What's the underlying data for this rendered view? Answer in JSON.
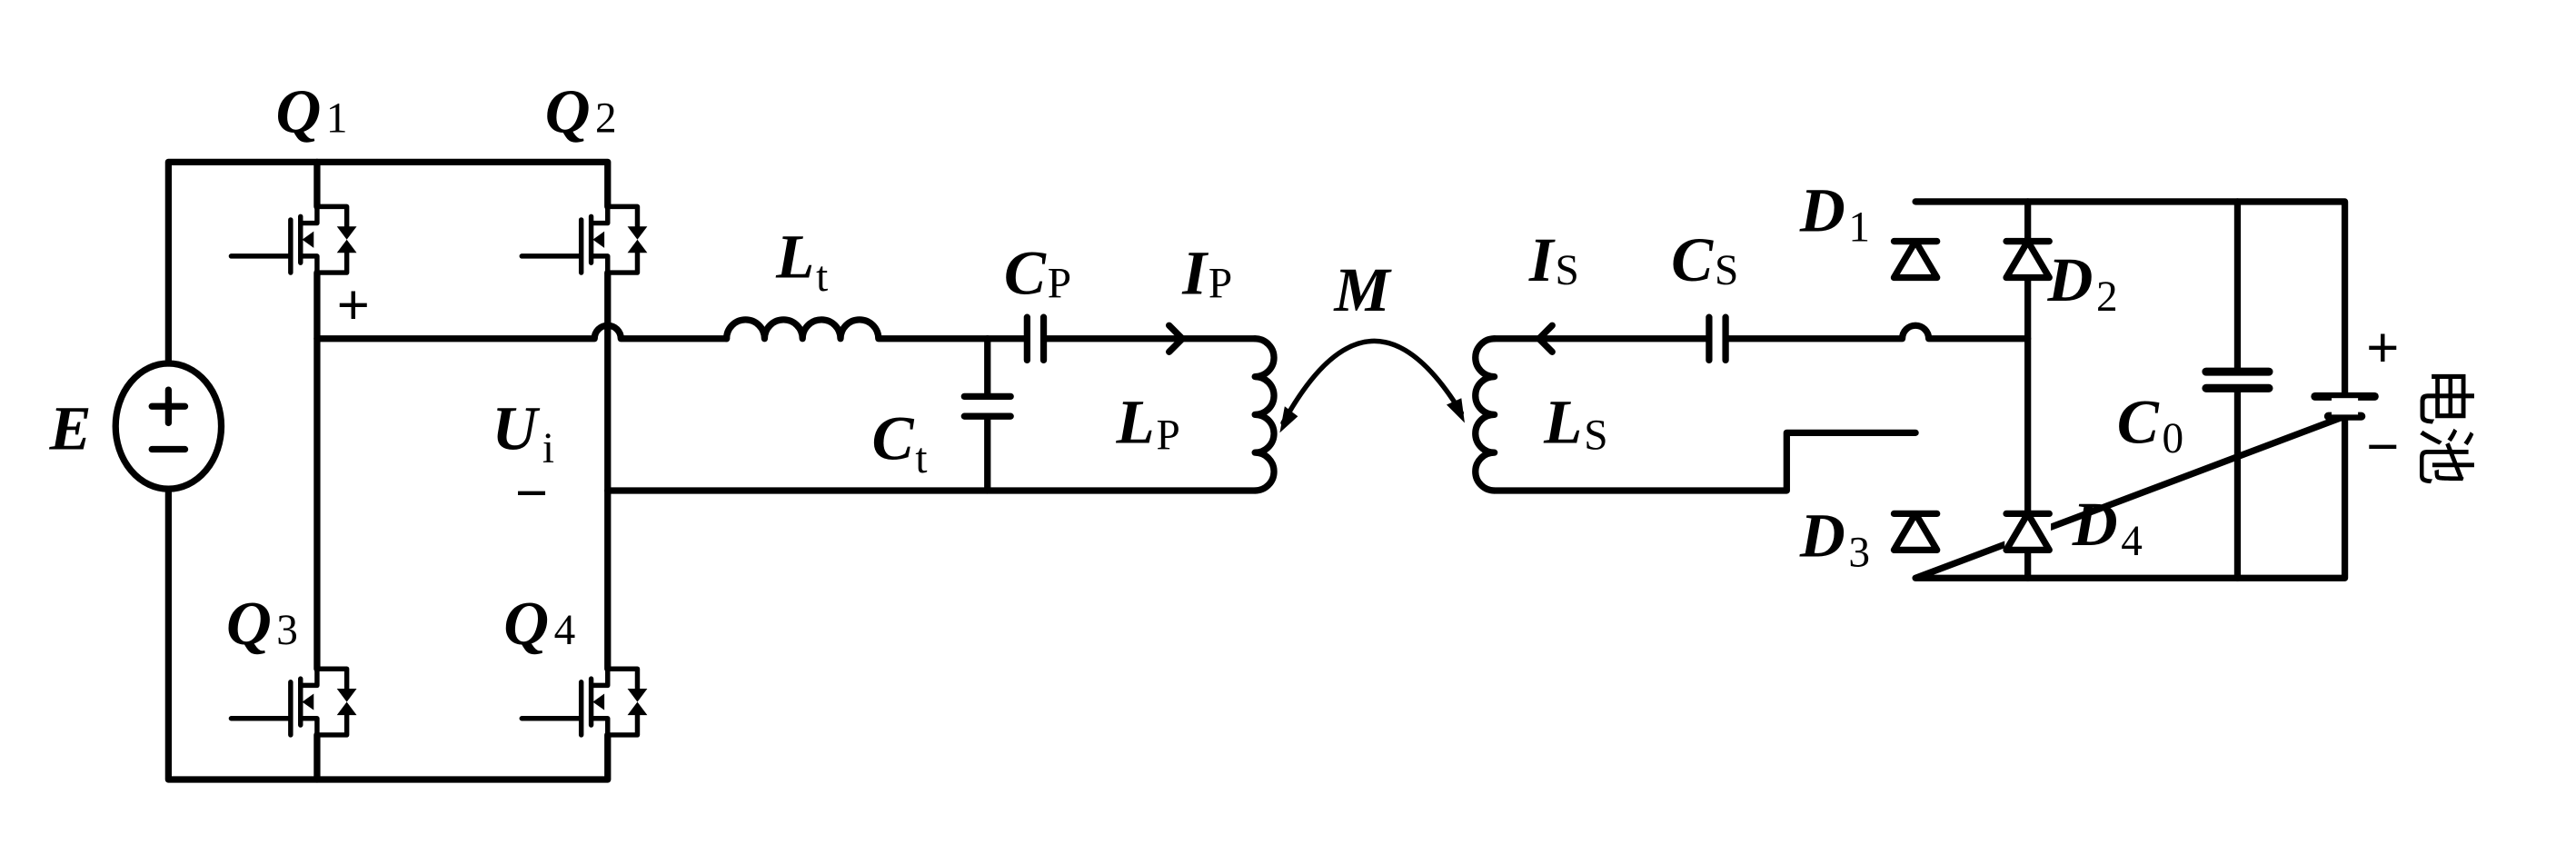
{
  "title": "Wireless charging circuit: full-bridge inverter, LCC-S compensation, diode rectifier, battery",
  "labels": {
    "source": "E",
    "q1": {
      "main": "Q",
      "sub": "1"
    },
    "q2": {
      "main": "Q",
      "sub": "2"
    },
    "q3": {
      "main": "Q",
      "sub": "3"
    },
    "q4": {
      "main": "Q",
      "sub": "4"
    },
    "ui": {
      "main": "U",
      "sub": "i"
    },
    "lt": {
      "main": "L",
      "sub": "t"
    },
    "ct": {
      "main": "C",
      "sub": "t"
    },
    "cp": {
      "main": "C",
      "sub": "P"
    },
    "ip": {
      "main": "I",
      "sub": "P"
    },
    "lp": {
      "main": "L",
      "sub": "P"
    },
    "m": "M",
    "is": {
      "main": "I",
      "sub": "S"
    },
    "cs": {
      "main": "C",
      "sub": "S"
    },
    "ls": {
      "main": "L",
      "sub": "S"
    },
    "d1": {
      "main": "D",
      "sub": "1"
    },
    "d2": {
      "main": "D",
      "sub": "2"
    },
    "d3": {
      "main": "D",
      "sub": "3"
    },
    "d4": {
      "main": "D",
      "sub": "4"
    },
    "c0": {
      "main": "C",
      "sub": "0"
    },
    "battery": "电池",
    "plus": "+",
    "minus": "−"
  }
}
